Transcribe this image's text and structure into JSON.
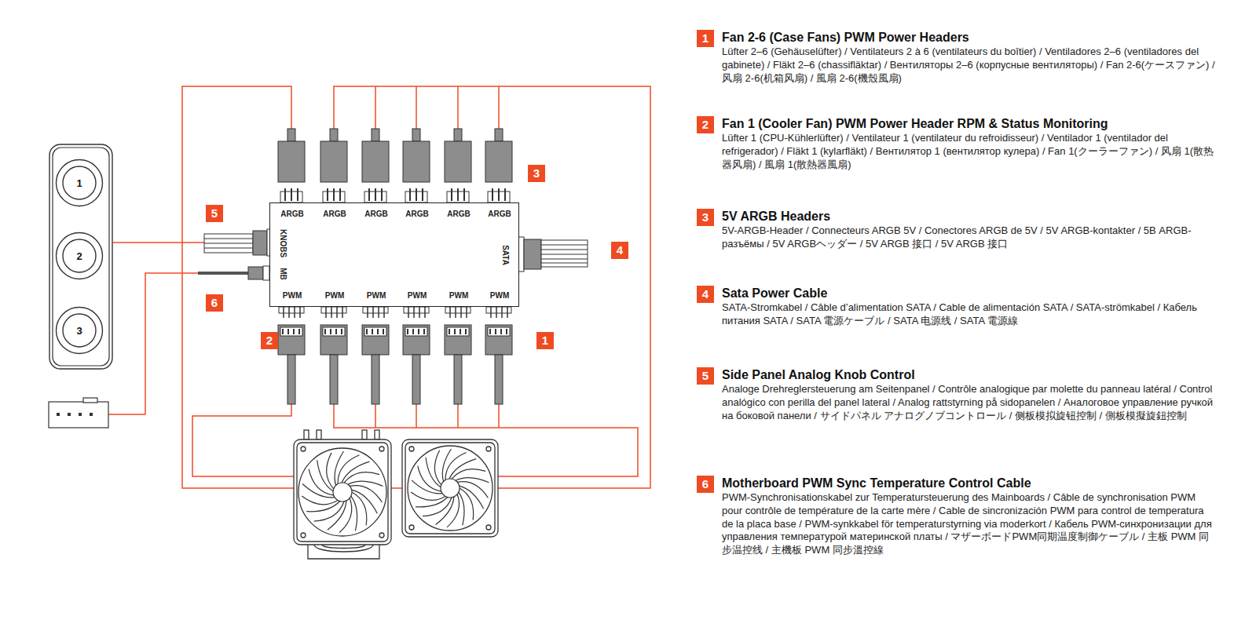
{
  "diagram": {
    "nodes": [
      {
        "text": []
      },
      {
        "text": [
          "1"
        ],
        "in": 0
      },
      {
        "text": [
          "2"
        ],
        "in": 0
      },
      {
        "text": [
          "3"
        ],
        "in": 0
      },
      {
        "text": [
          "3"
        ]
      },
      {
        "text": [
          "5"
        ]
      },
      {
        "text": [
          "ARGB",
          "ARGB",
          "ARGB",
          "ARGB",
          "ARGB",
          "ARGB",
          "KNOBS",
          "MB",
          "SATA",
          "PWM",
          "PWM",
          "PWM",
          "PWM",
          "PWM",
          "PWM"
        ]
      },
      {
        "text": [
          "4"
        ]
      },
      {
        "text": [
          "6"
        ]
      },
      {
        "text": [
          "2"
        ]
      },
      {
        "text": [
          "1"
        ]
      },
      {
        "text": [
          "1",
          "Fan 2-6 (Case Fans) PWM Power Headers",
          "Lüfter 2–6 (Gehäuselüfter) / Ventilateurs 2 à 6 (ventilateurs du boîtier) / Ventiladores 2–6 (ventiladores del gabinete) / Fläkt 2–6 (chassifläktar) / Вентиляторы 2–6 (корпусные вентиляторы) / Fan 2-6(ケースファン) / 风扇 2-6(机箱风扇) / 風扇 2-6(機殼風扇)"
        ]
      },
      {
        "text": [
          "2",
          "Fan 1 (Cooler Fan) PWM Power Header RPM & Status Monitoring",
          "Lüfter 1 (CPU-Kühlerlüfter) / Ventilateur 1 (ventilateur du refroidisseur) / Ventilador 1 (ventilador del refrigerador) / Fläkt 1 (kylarfläkt) / Вентилятор 1 (вентилятор кулера) / Fan 1(クーラーファン) / 风扇 1(散热器风扇) / 風扇 1(散熱器風扇)"
        ]
      },
      {
        "text": [
          "3",
          "5V ARGB Headers",
          "5V-ARGB-Header / Connecteurs ARGB 5V / Conectores ARGB de 5V / 5V ARGB-kontakter / 5В ARGB-разъёмы / 5V ARGBヘッダー / 5V ARGB 接口 / 5V ARGB 接口"
        ]
      },
      {
        "text": [
          "4",
          "Sata Power Cable",
          "SATA-Stromkabel / Câble d’alimentation SATA / Cable de alimentación SATA / SATA-strömkabel / Кабель питания SATA / SATA 電源ケーブル / SATA 电源线 / SATA 電源線"
        ]
      },
      {
        "text": [
          "5",
          "Side Panel Analog Knob Control",
          "Analoge Drehreglersteuerung am Seitenpanel / Contrôle analogique par molette du panneau latéral / Control analógico con perilla del panel lateral / Analog rattstyrning på sidopanelen / Аналоговое управление ручкой на боковой панели / サイドパネル アナログノブコントロール / 侧板模拟旋钮控制 / 側板模擬旋鈕控制"
        ]
      },
      {
        "text": [
          "6",
          "Motherboard PWM Sync Temperature Control Cable",
          "PWM-Synchronisationskabel zur Temperatursteuerung des Mainboards / Câble de synchronisation PWM pour contrôle de température de la carte mère / Cable de sincronización PWM para control de temperatura de la placa base / PWM-synkkabel för temperaturstyrning via moderkort / Кабель PWM-синхронизации для управления температурой материнской платы / マザーボードPWM同期温度制御ケーブル / 主板 PWM 同步温控线 / 主機板 PWM 同步溫控線"
        ]
      }
    ],
    "edges": [
      {
        "from": 0,
        "to": 6,
        "arrow": "none"
      }
    ]
  }
}
